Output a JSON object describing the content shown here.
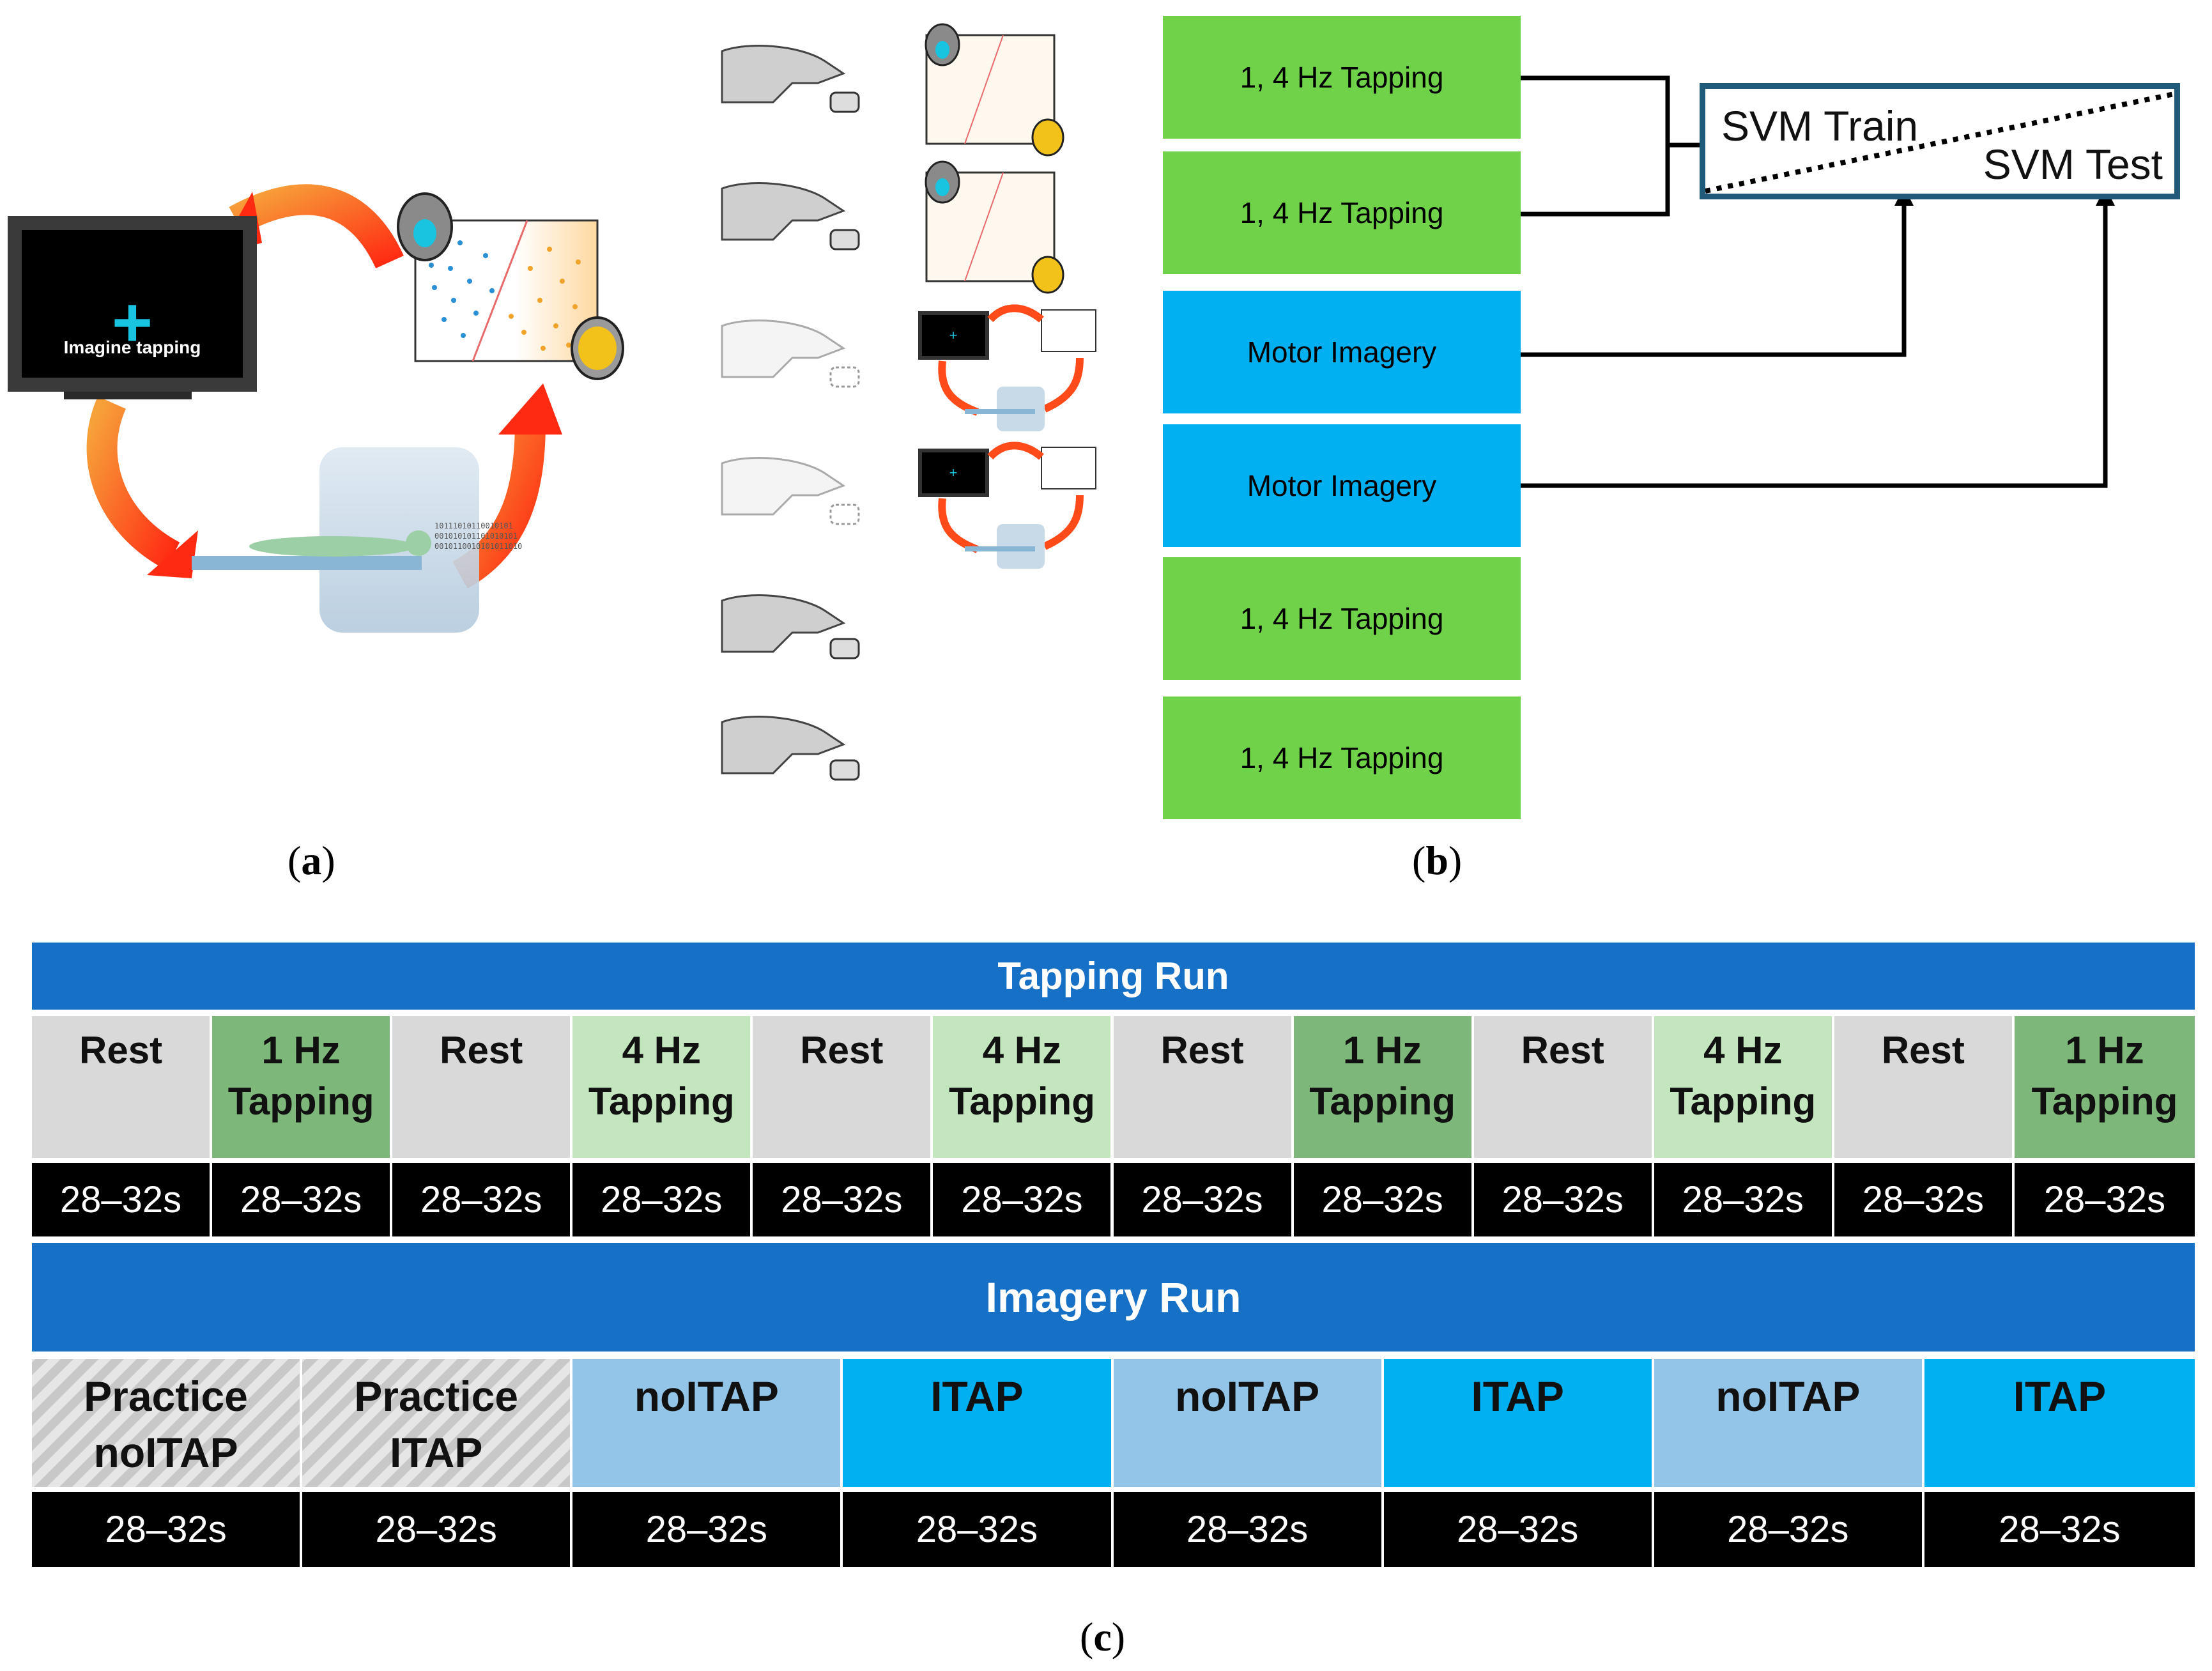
{
  "panel_a": {
    "label": "a",
    "monitor_text": "Imagine tapping",
    "binary_text": "10111010110010101\n001010101101010101\n0010110010101011010"
  },
  "panel_b": {
    "label": "b",
    "blocks": [
      {
        "text": "1, 4 Hz Tapping",
        "color": "#6fd248"
      },
      {
        "text": "1, 4 Hz Tapping",
        "color": "#6fd248"
      },
      {
        "text": "Motor Imagery",
        "color": "#00b0f0"
      },
      {
        "text": "Motor Imagery",
        "color": "#00b0f0"
      },
      {
        "text": "1, 4 Hz Tapping",
        "color": "#6fd248"
      },
      {
        "text": "1, 4 Hz Tapping",
        "color": "#6fd248"
      }
    ],
    "svm_train": "SVM Train",
    "svm_test": "SVM Test"
  },
  "panel_c": {
    "label": "c",
    "tapping_run": {
      "title": "Tapping Run",
      "cells": [
        {
          "line1": "Rest",
          "line2": "",
          "kind": "rest",
          "duration": "28–32s"
        },
        {
          "line1": "1 Hz",
          "line2": "Tapping",
          "kind": "1hz",
          "duration": "28–32s"
        },
        {
          "line1": "Rest",
          "line2": "",
          "kind": "rest",
          "duration": "28–32s"
        },
        {
          "line1": "4 Hz",
          "line2": "Tapping",
          "kind": "4hz",
          "duration": "28–32s"
        },
        {
          "line1": "Rest",
          "line2": "",
          "kind": "rest",
          "duration": "28–32s"
        },
        {
          "line1": "4 Hz",
          "line2": "Tapping",
          "kind": "4hz",
          "duration": "28–32s"
        },
        {
          "line1": "Rest",
          "line2": "",
          "kind": "rest",
          "duration": "28–32s"
        },
        {
          "line1": "1 Hz",
          "line2": "Tapping",
          "kind": "1hz",
          "duration": "28–32s"
        },
        {
          "line1": "Rest",
          "line2": "",
          "kind": "rest",
          "duration": "28–32s"
        },
        {
          "line1": "4 Hz",
          "line2": "Tapping",
          "kind": "4hz",
          "duration": "28–32s"
        },
        {
          "line1": "Rest",
          "line2": "",
          "kind": "rest",
          "duration": "28–32s"
        },
        {
          "line1": "1 Hz",
          "line2": "Tapping",
          "kind": "1hz",
          "duration": "28–32s"
        }
      ]
    },
    "imagery_run": {
      "title": "Imagery Run",
      "cells": [
        {
          "line1": "Practice",
          "line2": "noITAP",
          "kind": "practice",
          "duration": "28–32s"
        },
        {
          "line1": "Practice",
          "line2": "ITAP",
          "kind": "practice",
          "duration": "28–32s"
        },
        {
          "line1": "noITAP",
          "line2": "",
          "kind": "noitap",
          "duration": "28–32s"
        },
        {
          "line1": "ITAP",
          "line2": "",
          "kind": "itap",
          "duration": "28–32s"
        },
        {
          "line1": "noITAP",
          "line2": "",
          "kind": "noitap",
          "duration": "28–32s"
        },
        {
          "line1": "ITAP",
          "line2": "",
          "kind": "itap",
          "duration": "28–32s"
        },
        {
          "line1": "noITAP",
          "line2": "",
          "kind": "noitap",
          "duration": "28–32s"
        },
        {
          "line1": "ITAP",
          "line2": "",
          "kind": "itap",
          "duration": "28–32s"
        }
      ]
    }
  }
}
